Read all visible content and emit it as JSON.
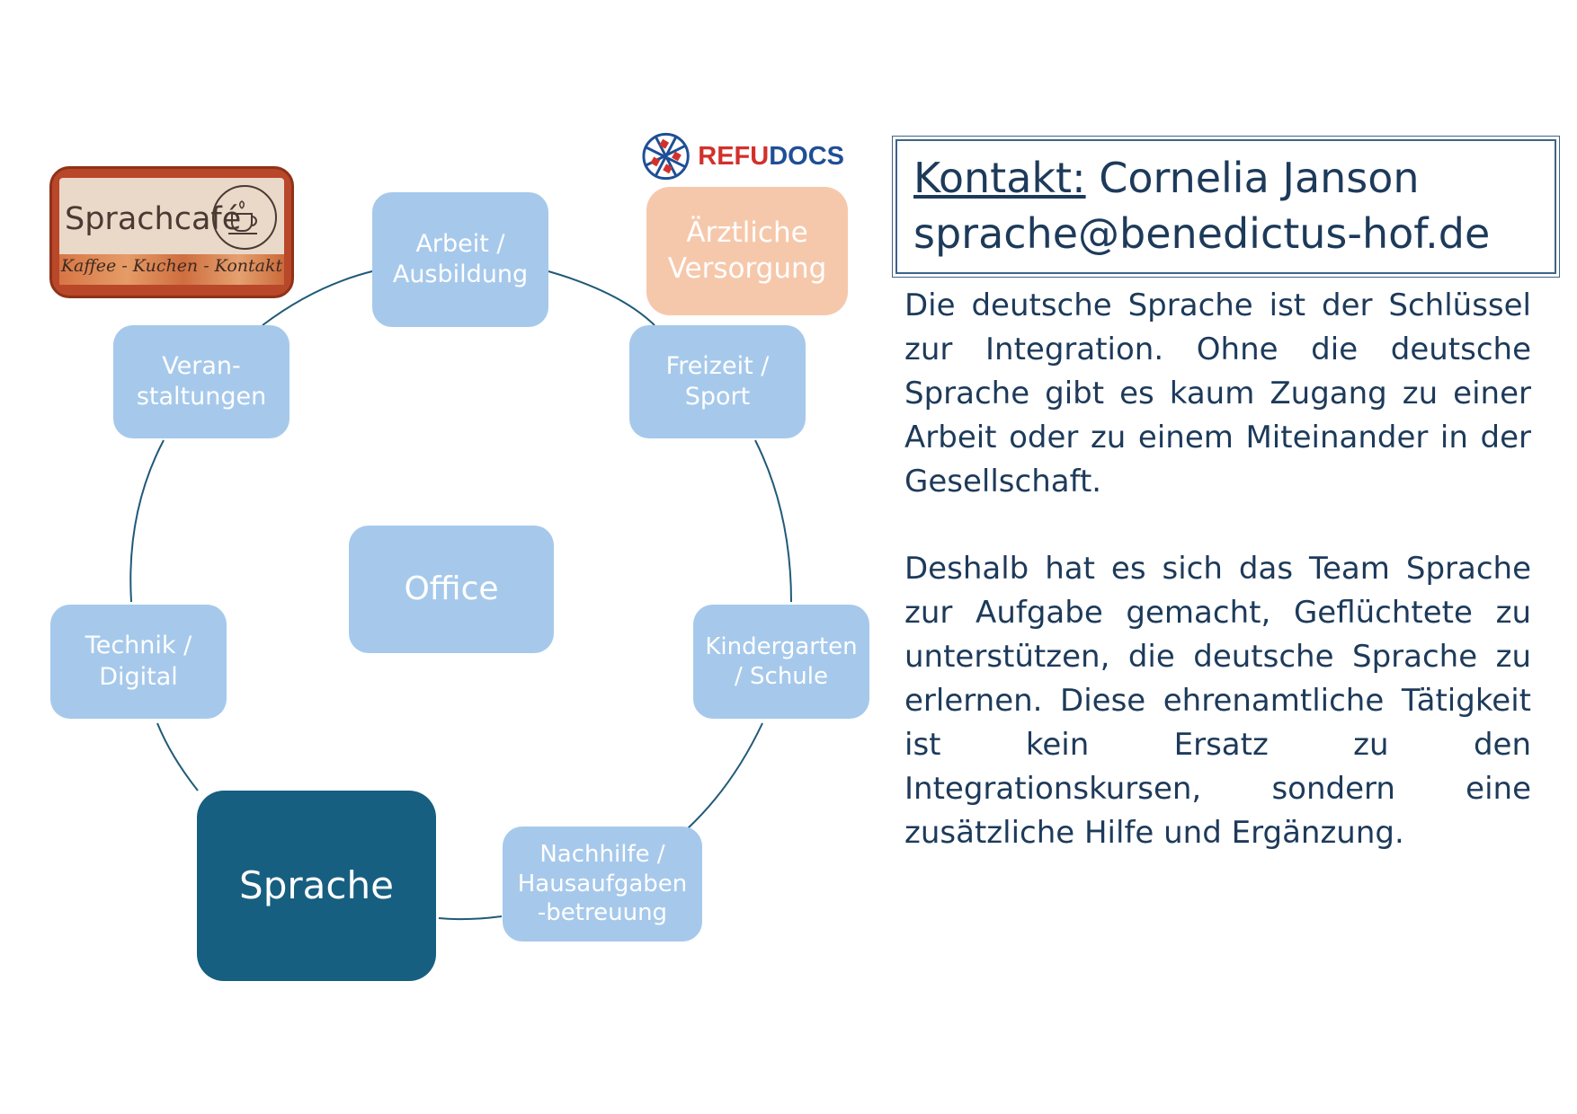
{
  "logos": {
    "cafe": {
      "title": "Sprachcafé",
      "subtitle": "Kaffee - Kuchen - Kontakt"
    },
    "refudocs": {
      "part1": "REFU",
      "part2": "DOCS"
    }
  },
  "nodes": {
    "arbeit": "Arbeit /\nAusbildung",
    "freizeit": "Freizeit /\nSport",
    "kindergarten": "Kindergarten\n/ Schule",
    "nachhilfe": "Nachhilfe  /\nHausaufgaben\n-betreuung",
    "sprache": "Sprache",
    "technik": "Technik /\nDigital",
    "veranstaltungen": "Veran-\nstaltungen",
    "office": "Office",
    "medical": "Ärztliche\nVersorgung"
  },
  "contact": {
    "label": "Kontakt:",
    "name": "Cornelia Janson",
    "email": "sprache@benedictus-hof.de"
  },
  "paragraphs": [
    "Die deutsche Sprache ist der Schlüssel zur Integration. Ohne die deutsche Sprache gibt es kaum Zugang zu einer Arbeit oder zu einem Miteinander in der Gesellschaft.",
    "Deshalb hat es sich das Team Sprache zur Aufgabe gemacht, Geflüchtete zu unterstützen, die deutsche Sprache zu erlernen. Diese ehrenamtliche Tätigkeit ist kein Ersatz zu den Integrationskursen, sondern eine zusätzliche Hilfe und Ergänzung."
  ],
  "colors": {
    "node": "#a6c9eb",
    "sprache": "#175f80",
    "medical": "#f6c8ab",
    "connector": "#1f5a78",
    "text": "#1d3a5a"
  }
}
